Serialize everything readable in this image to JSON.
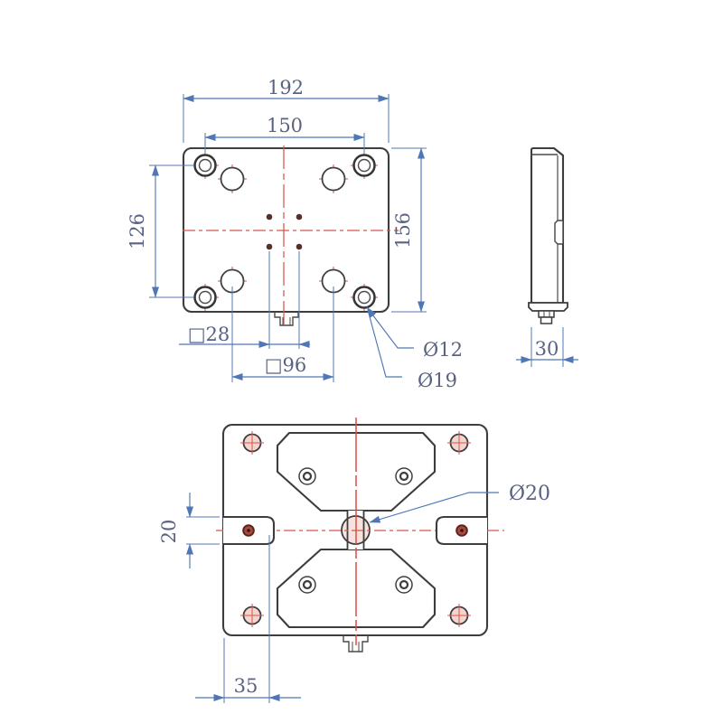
{
  "front_view": {
    "width_overall": "192",
    "hole_spacing_h": "150",
    "hole_spacing_v": "126",
    "height_overall": "156",
    "square_pattern_small": "□28",
    "square_pattern_large": "□96",
    "through_hole_dia": "Ø12",
    "counterbore_dia": "Ø19"
  },
  "side_view": {
    "thickness": "30"
  },
  "bottom_view": {
    "slot_height": "20",
    "slot_edge_offset": "35",
    "center_hole_dia": "Ø20"
  },
  "colors": {
    "outline": "#3d3d3d",
    "dimension_line": "#4f77b5",
    "dimension_text": "#5a6282",
    "centerline": "#d8564c",
    "hole_fill": "#f3d4ce"
  }
}
